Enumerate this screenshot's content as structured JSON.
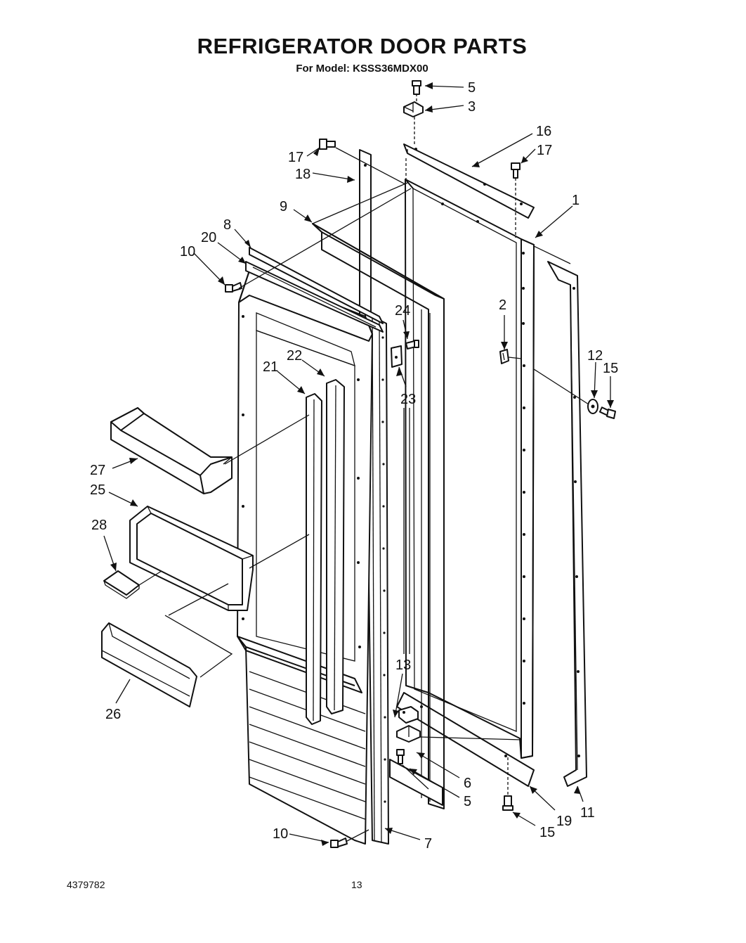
{
  "header": {
    "title": "REFRIGERATOR DOOR PARTS",
    "subtitle": "For Model: KSSS36MDX00"
  },
  "footer": {
    "doc_number": "4379782",
    "page_number": "13"
  },
  "callouts": [
    {
      "id": "c5a",
      "label": "5"
    },
    {
      "id": "c3",
      "label": "3"
    },
    {
      "id": "c16",
      "label": "16"
    },
    {
      "id": "c17a",
      "label": "17"
    },
    {
      "id": "c17b",
      "label": "17"
    },
    {
      "id": "c18",
      "label": "18"
    },
    {
      "id": "c1",
      "label": "1"
    },
    {
      "id": "c9",
      "label": "9"
    },
    {
      "id": "c8",
      "label": "8"
    },
    {
      "id": "c20",
      "label": "20"
    },
    {
      "id": "c10a",
      "label": "10"
    },
    {
      "id": "c2",
      "label": "2"
    },
    {
      "id": "c24",
      "label": "24"
    },
    {
      "id": "c12",
      "label": "12"
    },
    {
      "id": "c15a",
      "label": "15"
    },
    {
      "id": "c22",
      "label": "22"
    },
    {
      "id": "c21",
      "label": "21"
    },
    {
      "id": "c23",
      "label": "23"
    },
    {
      "id": "c27",
      "label": "27"
    },
    {
      "id": "c25",
      "label": "25"
    },
    {
      "id": "c28",
      "label": "28"
    },
    {
      "id": "c13",
      "label": "13"
    },
    {
      "id": "c26",
      "label": "26"
    },
    {
      "id": "c6",
      "label": "6"
    },
    {
      "id": "c5b",
      "label": "5"
    },
    {
      "id": "c11",
      "label": "11"
    },
    {
      "id": "c19",
      "label": "19"
    },
    {
      "id": "c15b",
      "label": "15"
    },
    {
      "id": "c10b",
      "label": "10"
    },
    {
      "id": "c7",
      "label": "7"
    }
  ]
}
